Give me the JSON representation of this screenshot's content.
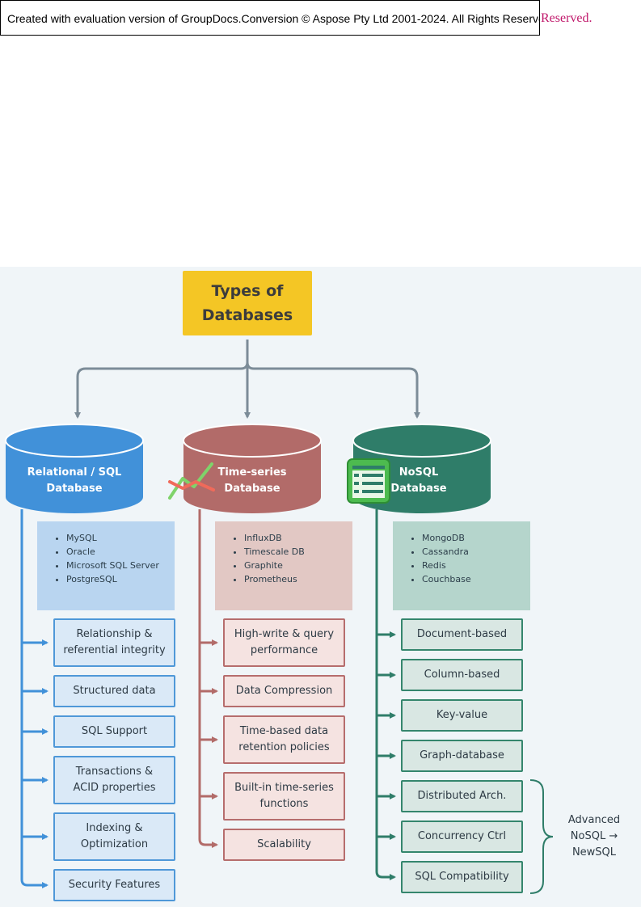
{
  "watermark": {
    "text": "Created with evaluation version of GroupDocs.Conversion © Aspose Pty Ltd 2001-2024. All Rights Reserved.",
    "tail": "Reserved."
  },
  "diagram": {
    "title": "Types of\nDatabases",
    "colors": {
      "title": "#f4c625",
      "relational": "#4191d9",
      "timeseries": "#b26b69",
      "nosql": "#2f7d69"
    },
    "relational": {
      "label": "Relational / SQL\nDatabase",
      "examples": [
        "MySQL",
        "Oracle",
        "Microsoft SQL Server",
        "PostgreSQL"
      ],
      "features": [
        "Relationship &\nreferential integrity",
        "Structured data",
        "SQL Support",
        "Transactions &\nACID properties",
        "Indexing &\nOptimization",
        "Security Features"
      ]
    },
    "timeseries": {
      "label": "Time-series\nDatabase",
      "examples": [
        "InfluxDB",
        "Timescale DB",
        "Graphite",
        "Prometheus"
      ],
      "features": [
        "High-write & query\nperformance",
        "Data Compression",
        "Time-based data\nretention policies",
        "Built-in time-series\nfunctions",
        "Scalability"
      ]
    },
    "nosql": {
      "label": "NoSQL\nDatabase",
      "examples": [
        "MongoDB",
        "Cassandra",
        "Redis",
        "Couchbase"
      ],
      "features": [
        "Document-based",
        "Column-based",
        "Key-value",
        "Graph-database",
        "Distributed Arch.",
        "Concurrency Ctrl",
        "SQL Compatibility"
      ]
    },
    "advanced_note": "Advanced\nNoSQL →\nNewSQL"
  }
}
